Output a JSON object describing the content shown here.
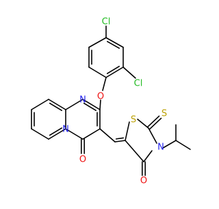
{
  "molecule": {
    "atoms": {
      "cl_top": "Cl",
      "cl_right": "Cl",
      "o_ether": "O",
      "n_ring": "N",
      "n_bridge": "N",
      "o_carbonyl_left": "O",
      "s_ring": "S",
      "s_thione": "S",
      "n_thiazolidinone": "N",
      "o_carbonyl_right": "O"
    },
    "colors": {
      "bond": "#000000",
      "chlorine": "#22bb22",
      "oxygen": "#ee1111",
      "nitrogen": "#2222ee",
      "sulfur": "#bba000",
      "background": "#ffffff"
    }
  }
}
